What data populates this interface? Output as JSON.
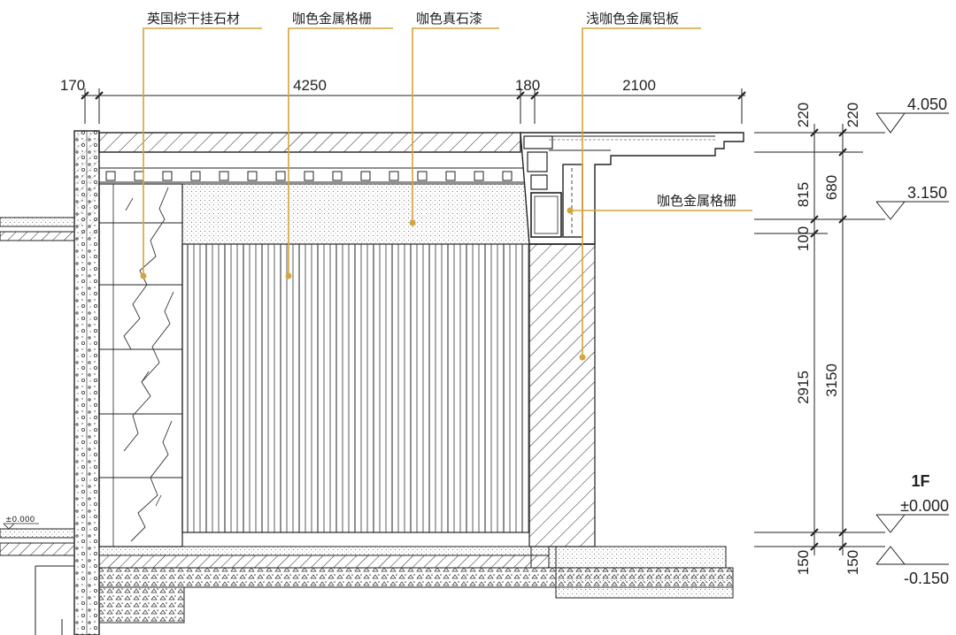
{
  "colors": {
    "leader": "#d4a53c",
    "line": "#222222",
    "background": "#ffffff"
  },
  "annotations": {
    "stone_cladding": "英国棕干挂石材",
    "grille_main": "咖色金属格栅",
    "stone_paint": "咖色真石漆",
    "aluminum_panel": "浅咖色金属铝板",
    "grille_side": "咖色金属格栅"
  },
  "dimensions_top": {
    "d170": "170",
    "d4250": "4250",
    "d180": "180",
    "d2100": "2100"
  },
  "dimensions_right": {
    "a220": "220",
    "b220": "220",
    "a815": "815",
    "b680": "680",
    "a100": "100",
    "a2915": "2915",
    "b3150": "3150",
    "a150": "150",
    "b150": "150"
  },
  "elevations": {
    "e4050": "4.050",
    "e3150": "3.150",
    "floor_label": "1F",
    "e0000": "±0.000",
    "em0150": "-0.150",
    "left_e0000": "±0.000"
  }
}
